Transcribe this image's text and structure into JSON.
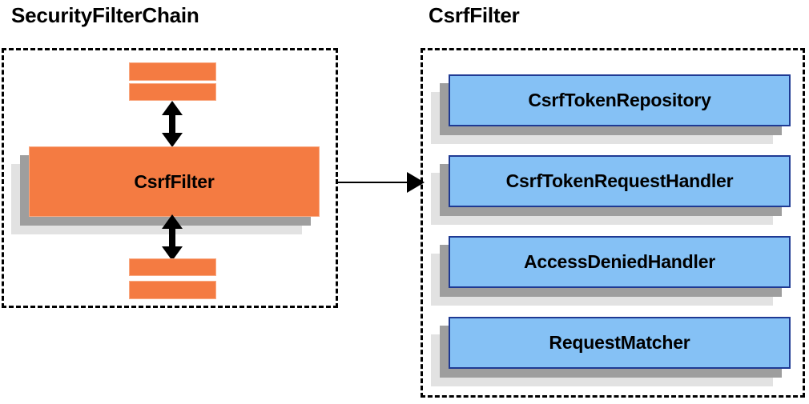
{
  "diagram": {
    "type": "component-collaboration-diagram",
    "background": "#ffffff",
    "colors": {
      "orange_fill": "#f47b42",
      "orange_border": "#f9a982",
      "blue_fill": "#85c1f5",
      "blue_border": "#1f3a93",
      "shadow_near": "#9e9e9e",
      "shadow_far": "#e2e2e2",
      "outline": "#000000"
    }
  },
  "left_panel": {
    "title": "SecurityFilterChain",
    "container_style": "dashed",
    "filters_above": [
      {
        "label": ""
      },
      {
        "label": ""
      }
    ],
    "highlighted_filter": {
      "label": "CsrfFilter"
    },
    "filters_below": [
      {
        "label": ""
      },
      {
        "label": ""
      }
    ],
    "arrows": [
      {
        "name": "arrow-above-csrffilter",
        "direction": "bidirectional-vertical"
      },
      {
        "name": "arrow-below-csrffilter",
        "direction": "bidirectional-vertical"
      }
    ]
  },
  "connector": {
    "name": "csrffilter-expansion-arrow",
    "direction": "right",
    "label": ""
  },
  "right_panel": {
    "title": "CsrfFilter",
    "container_style": "dashed",
    "collaborators": [
      {
        "label": "CsrfTokenRepository"
      },
      {
        "label": "CsrfTokenRequestHandler"
      },
      {
        "label": "AccessDeniedHandler"
      },
      {
        "label": "RequestMatcher"
      }
    ]
  }
}
